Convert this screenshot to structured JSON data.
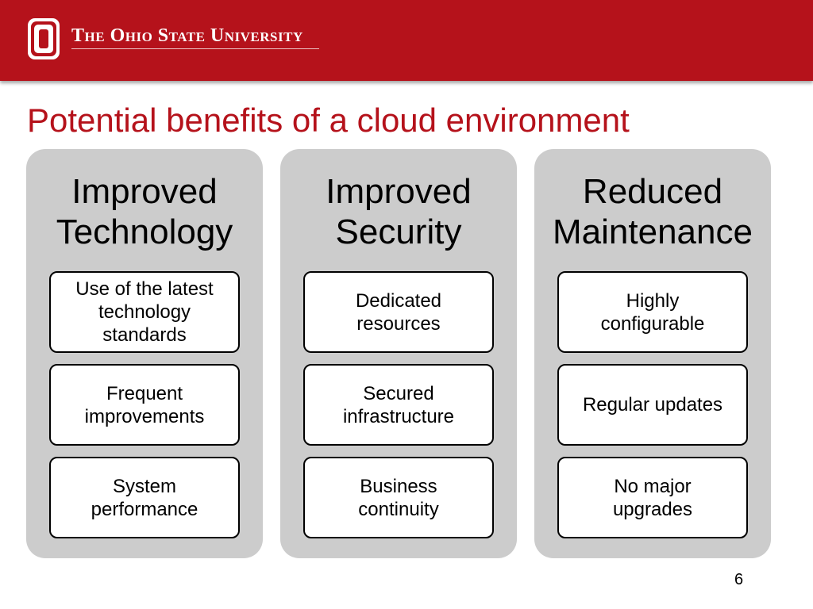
{
  "brand": {
    "name": "The Ohio State University",
    "color": "#b5121b"
  },
  "title": "Potential benefits of a cloud environment",
  "columns": [
    {
      "heading_lines": [
        "Improved",
        "Technology"
      ],
      "items": [
        [
          "Use of the latest",
          "technology",
          "standards"
        ],
        [
          "Frequent",
          "improvements"
        ],
        [
          "System",
          "performance"
        ]
      ]
    },
    {
      "heading_lines": [
        "Improved",
        "Security"
      ],
      "items": [
        [
          "Dedicated",
          "resources"
        ],
        [
          "Secured",
          "infrastructure"
        ],
        [
          "Business",
          "continuity"
        ]
      ]
    },
    {
      "heading_lines": [
        "Reduced",
        "Maintenance"
      ],
      "items": [
        [
          "Highly",
          "configurable"
        ],
        [
          "Regular updates"
        ],
        [
          "No major",
          "upgrades"
        ]
      ]
    }
  ],
  "page_number": "6"
}
